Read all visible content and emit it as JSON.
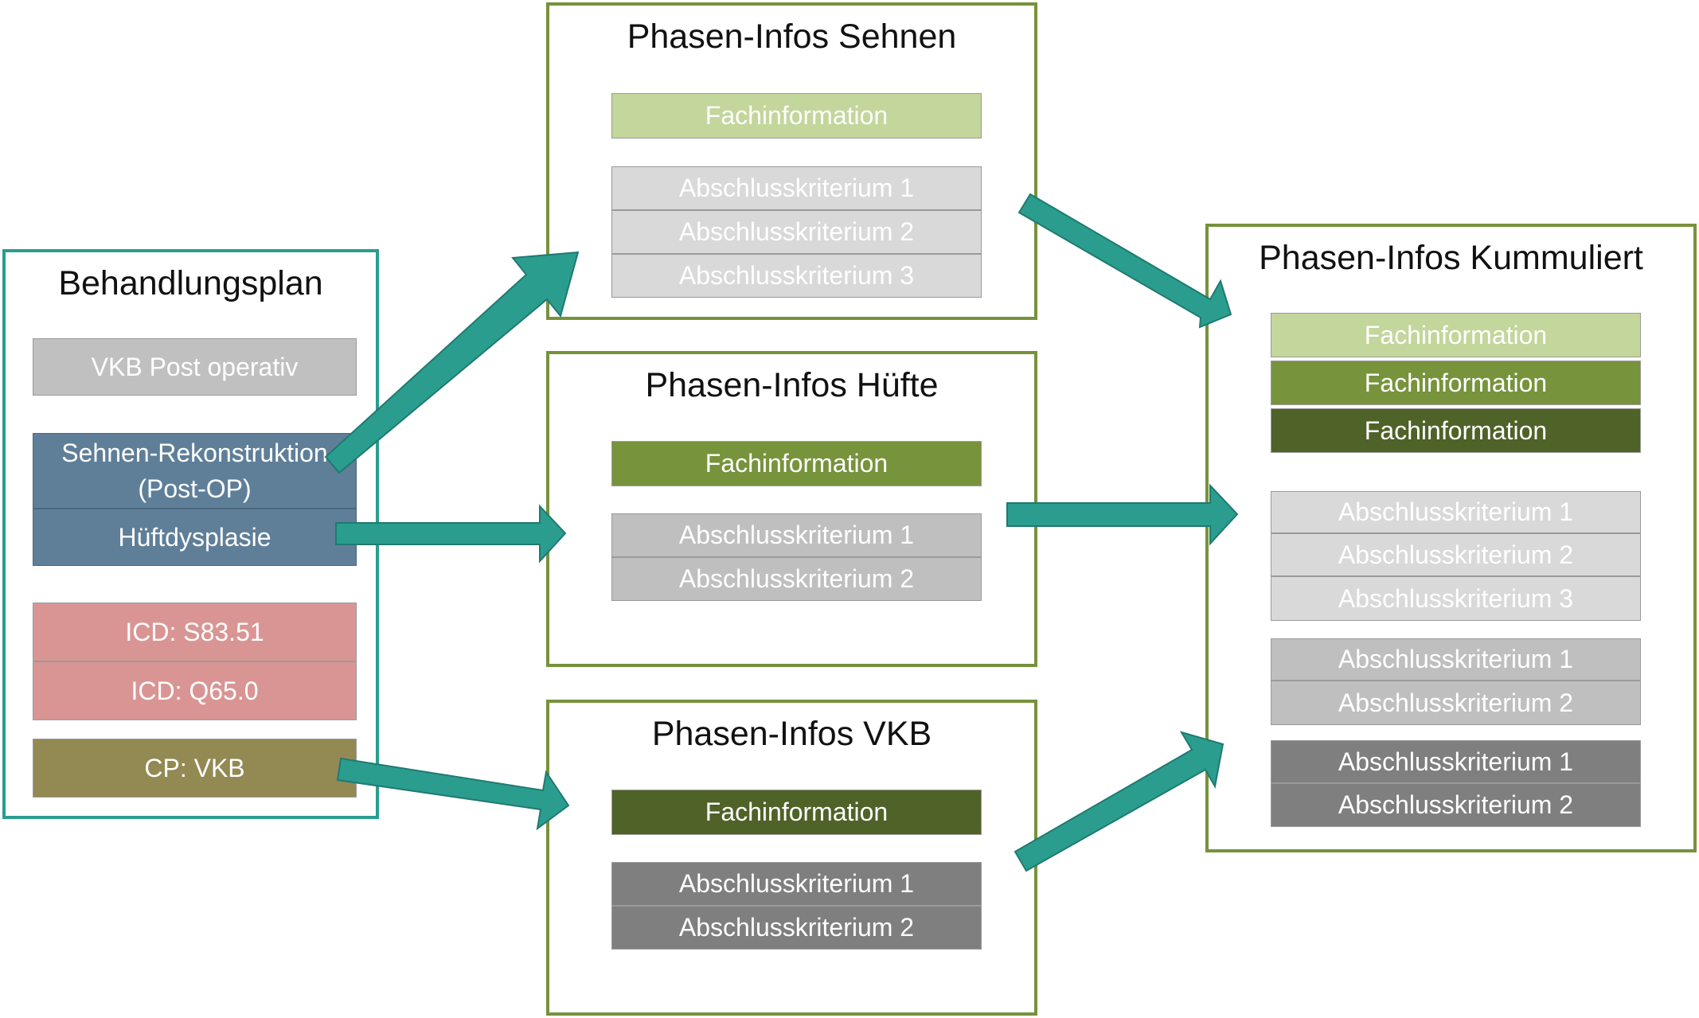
{
  "behandlungsplan": {
    "title": "Behandlungsplan",
    "vkb_post": "VKB Post operativ",
    "sehnen_line1": "Sehnen-Rekonstruktion",
    "sehnen_line2": "(Post-OP)",
    "hueftdysplasie": "Hüftdysplasie",
    "icd1": "ICD: S83.51",
    "icd2": "ICD: Q65.0",
    "cp": "CP: VKB"
  },
  "sehnen": {
    "title": "Phasen-Infos Sehnen",
    "fachinfo": "Fachinformation",
    "kriterien": [
      "Abschlusskriterium 1",
      "Abschlusskriterium 2",
      "Abschlusskriterium 3"
    ]
  },
  "huefte": {
    "title": "Phasen-Infos Hüfte",
    "fachinfo": "Fachinformation",
    "kriterien": [
      "Abschlusskriterium 1",
      "Abschlusskriterium 2"
    ]
  },
  "vkb": {
    "title": "Phasen-Infos VKB",
    "fachinfo": "Fachinformation",
    "kriterien": [
      "Abschlusskriterium 1",
      "Abschlusskriterium 2"
    ]
  },
  "kummuliert": {
    "title": "Phasen-Infos Kummuliert",
    "fachinfos": [
      "Fachinformation",
      "Fachinformation",
      "Fachinformation"
    ],
    "kriterien_sehnen": [
      "Abschlusskriterium 1",
      "Abschlusskriterium 2",
      "Abschlusskriterium 3"
    ],
    "kriterien_huefte": [
      "Abschlusskriterium 1",
      "Abschlusskriterium 2"
    ],
    "kriterien_vkb": [
      "Abschlusskriterium 1",
      "Abschlusskriterium 2"
    ]
  },
  "colors": {
    "panel_border_plan": "#2a9d8f",
    "panel_border_phase": "#76923c",
    "arrow": "#2a9d8f",
    "fach_sehnen": "#c3d69b",
    "fach_huefte": "#77933c",
    "fach_vkb": "#4f6228"
  }
}
